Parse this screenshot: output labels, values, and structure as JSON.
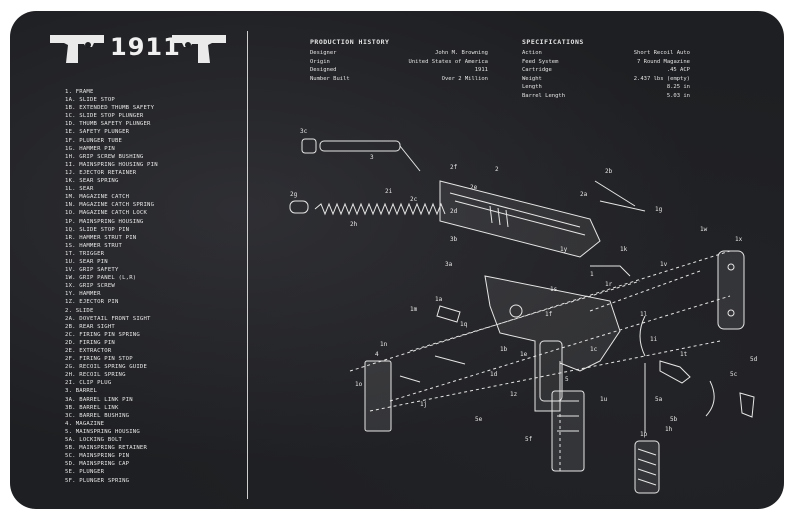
{
  "header": {
    "title": "1911",
    "left_icon": "pistol-silhouette-icon",
    "right_icon": "pistol-silhouette-icon"
  },
  "parts_list": [
    "1. FRAME",
    "1A. SLIDE STOP",
    "1B. EXTENDED THUMB SAFETY",
    "1C. SLIDE STOP PLUNGER",
    "1D. THUMB SAFETY PLUNGER",
    "1E. SAFETY PLUNGER",
    "1F. PLUNGER TUBE",
    "1G. HAMMER PIN",
    "1H. GRIP SCREW BUSHING",
    "1I. MAINSPRING HOUSING PIN",
    "1J. EJECTOR RETAINER",
    "1K. SEAR SPRING",
    "1L. SEAR",
    "1M. MAGAZINE CATCH",
    "1N. MAGAZINE CATCH SPRING",
    "1O. MAGAZINE CATCH LOCK",
    "1P. MAINSPRING HOUSING",
    "1Q. SLIDE STOP PIN",
    "1R. HAMMER STRUT PIN",
    "1S. HAMMER STRUT",
    "1T. TRIGGER",
    "1U. SEAR PIN",
    "1V. GRIP SAFETY",
    "1W. GRIP PANEL (L,R)",
    "1X. GRIP SCREW",
    "1Y. HAMMER",
    "1Z. EJECTOR PIN",
    "2. SLIDE",
    "2A. DOVETAIL FRONT SIGHT",
    "2B. REAR SIGHT",
    "2C. FIRING PIN SPRING",
    "2D. FIRING PIN",
    "2E. EXTRACTOR",
    "2F. FIRING PIN STOP",
    "2G. RECOIL SPRING GUIDE",
    "2H. RECOIL SPRING",
    "2I. CLIP PLUG",
    "3. BARREL",
    "3A. BARREL LINK PIN",
    "3B. BARREL LINK",
    "3C. BARREL BUSHING",
    "4. MAGAZINE",
    "5. MAINSPRING HOUSING",
    "5A. LOCKING BOLT",
    "5B. MAINSPRING RETAINER",
    "5C. MAINSPRING PIN",
    "5D. MAINSPRING CAP",
    "5E. PLUNGER",
    "5F. PLUNGER SPRING"
  ],
  "production_history": {
    "heading": "PRODUCTION HISTORY",
    "rows": [
      {
        "label": "Designer",
        "value": "John M. Browning"
      },
      {
        "label": "Origin",
        "value": "United States of America"
      },
      {
        "label": "Designed",
        "value": "1911"
      },
      {
        "label": "Number Built",
        "value": "Over 2 Million"
      }
    ]
  },
  "specifications": {
    "heading": "SPECIFICATIONS",
    "rows": [
      {
        "label": "Action",
        "value": "Short Recoil Auto"
      },
      {
        "label": "Feed System",
        "value": "7 Round Magazine"
      },
      {
        "label": "Cartridge",
        "value": ".45 ACP"
      },
      {
        "label": "Weight",
        "value": "2.437 lbs (empty)"
      },
      {
        "label": "Length",
        "value": "8.25 in"
      },
      {
        "label": "Barrel Length",
        "value": "5.03 in"
      }
    ]
  },
  "diagram_callouts": [
    "3c",
    "3",
    "2i",
    "2h",
    "2g",
    "2f",
    "2c",
    "2d",
    "2e",
    "2",
    "2a",
    "2b",
    "1y",
    "1s",
    "1r",
    "1k",
    "1l",
    "1v",
    "1x",
    "1w",
    "1t",
    "1m",
    "1a",
    "1q",
    "1b",
    "1e",
    "1f",
    "1c",
    "1d",
    "1g",
    "1j",
    "1z",
    "1i",
    "1u",
    "1h",
    "1",
    "1n",
    "1o",
    "1p",
    "3a",
    "3b",
    "4",
    "5",
    "5a",
    "5b",
    "5c",
    "5d",
    "5e",
    "5f"
  ],
  "colors": {
    "mat": "#1e1f22",
    "line_art": "#e6e6e6"
  }
}
